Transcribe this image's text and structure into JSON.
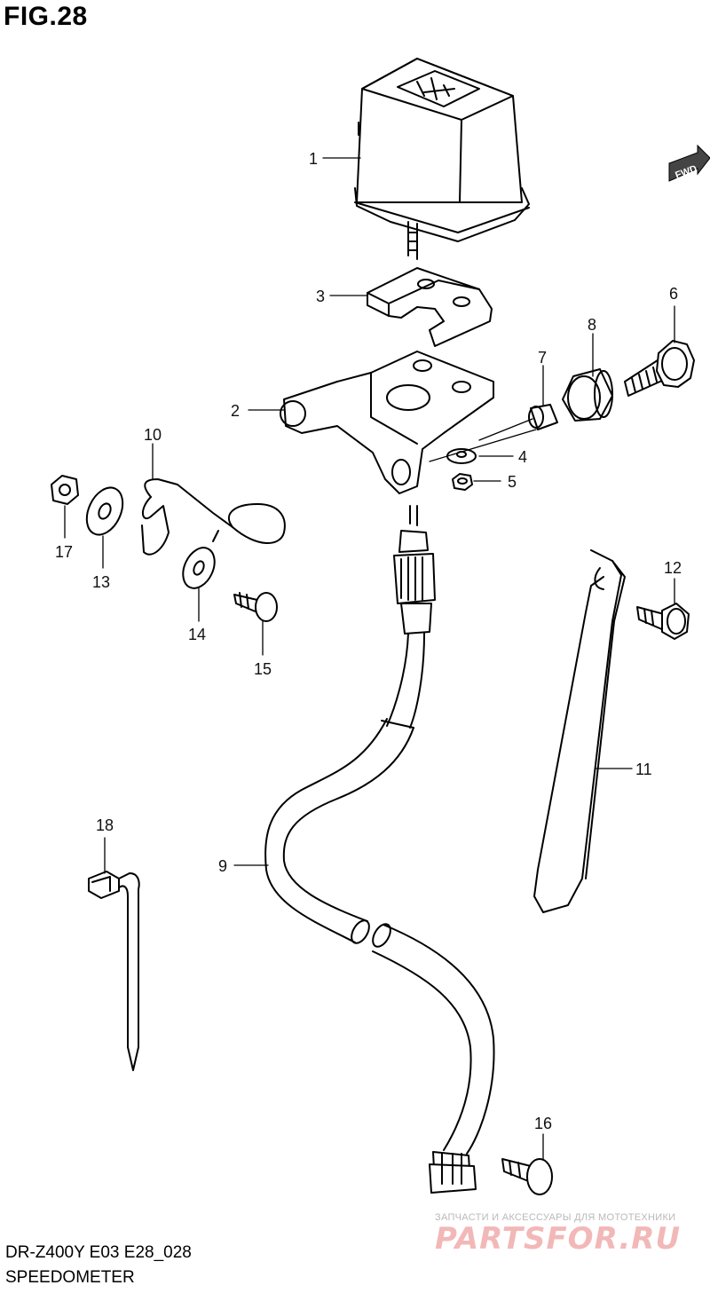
{
  "figure_label": "FIG.28",
  "model_code": "DR-Z400Y  E03  E28_028",
  "caption": "SPEEDOMETER",
  "fwd_badge": "FWD",
  "callouts": [
    "1",
    "2",
    "3",
    "4",
    "5",
    "6",
    "7",
    "8",
    "9",
    "10",
    "11",
    "12",
    "13",
    "14",
    "15",
    "16",
    "17",
    "18"
  ],
  "watermark": {
    "tagline": "ЗАПЧАСТИ И АКСЕССУАРЫ ДЛЯ МОТОТЕХНИКИ",
    "brand": "PARTSFOR.RU"
  }
}
